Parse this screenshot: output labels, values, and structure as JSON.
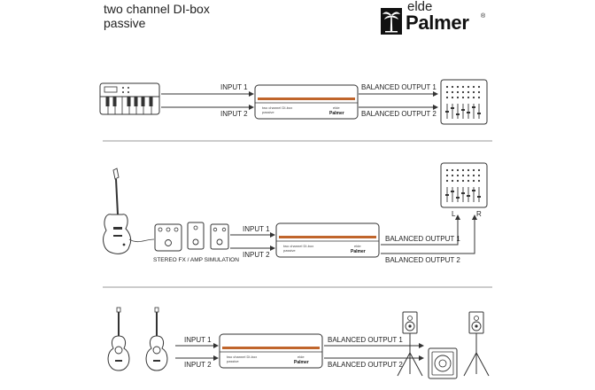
{
  "header": {
    "title_line1": "two channel DI-box",
    "title_line2": "passive",
    "brand_small": "elde",
    "brand_name": "Palmer",
    "brand_reg": "®"
  },
  "device": {
    "label_line1": "two channel DI-box",
    "label_line2": "passive",
    "logo_small": "elde",
    "logo_name": "Palmer",
    "accent_color": "#c0652b"
  },
  "scenarios": [
    {
      "input1": "INPUT 1",
      "input2": "INPUT 2",
      "output1": "BALANCED OUTPUT 1",
      "output2": "BALANCED OUTPUT 2"
    },
    {
      "input1": "INPUT 1",
      "input2": "INPUT 2",
      "output1": "BALANCED OUTPUT 1",
      "output2": "BALANCED OUTPUT 2",
      "caption": "STEREO FX / AMP SIMULATION",
      "left_label": "L",
      "right_label": "R"
    },
    {
      "input1": "INPUT 1",
      "input2": "INPUT 2",
      "output1": "BALANCED OUTPUT 1",
      "output2": "BALANCED OUTPUT 2"
    }
  ],
  "icons": [
    "keyboard-icon",
    "mixer-icon",
    "electric-guitar-icon",
    "effects-pedal-icon",
    "acoustic-guitar-icon",
    "speaker-on-stand-icon",
    "wedge-monitor-icon",
    "palm-tree-icon"
  ]
}
